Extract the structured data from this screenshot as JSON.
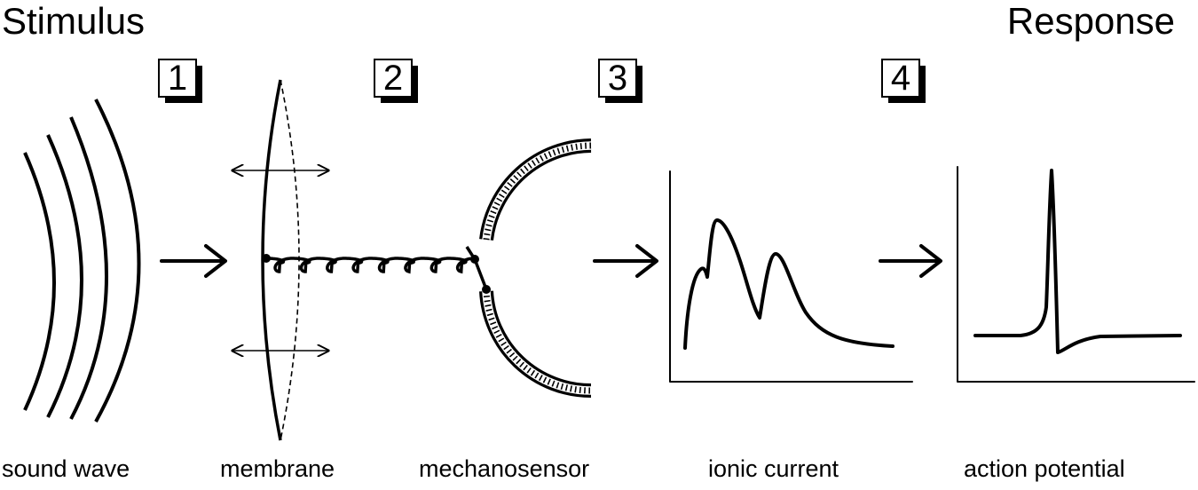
{
  "header": {
    "stimulus": "Stimulus",
    "response": "Response"
  },
  "steps": [
    "1",
    "2",
    "3",
    "4"
  ],
  "labels": [
    "sound wave",
    "membrane",
    "mechanosensor",
    "ionic current",
    "action potential"
  ]
}
